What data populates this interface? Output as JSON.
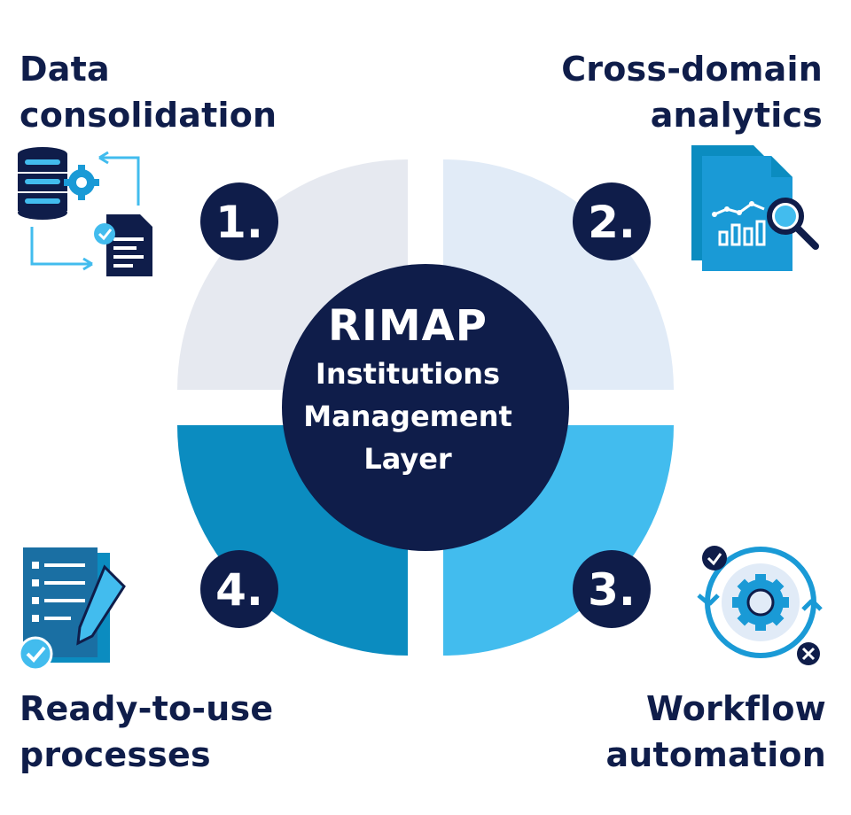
{
  "center": {
    "title": "RIMAP",
    "subtitle_lines": [
      "Institutions",
      "Management",
      "Layer"
    ]
  },
  "quadrants": [
    {
      "number": "1.",
      "label_lines": [
        "Data",
        "consolidation"
      ],
      "color": "#e6e9f0",
      "icon": "database-documents-icon"
    },
    {
      "number": "2.",
      "label_lines": [
        "Cross-domain",
        "analytics"
      ],
      "color": "#e1ebf7",
      "icon": "analytics-report-icon"
    },
    {
      "number": "3.",
      "label_lines": [
        "Workflow",
        "automation"
      ],
      "color": "#42bcee",
      "icon": "gear-cycle-icon"
    },
    {
      "number": "4.",
      "label_lines": [
        "Ready-to-use",
        "processes"
      ],
      "color": "#0b8cc0",
      "icon": "checklist-pencil-icon"
    }
  ],
  "colors": {
    "navy": "#0f1d4a",
    "accent_blue": "#1a9ad6",
    "light_blue": "#42bcee"
  }
}
